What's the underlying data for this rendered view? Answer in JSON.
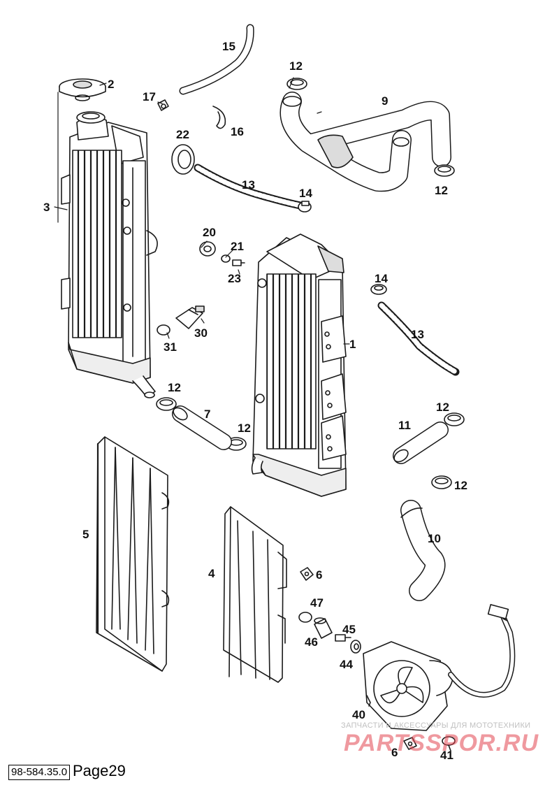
{
  "diagram": {
    "callouts": {
      "c1": "1",
      "c2": "2",
      "c3": "3",
      "c4": "4",
      "c5": "5",
      "c6a": "6",
      "c6b": "6",
      "c7": "7",
      "c9": "9",
      "c10": "10",
      "c11": "11",
      "c12a": "12",
      "c12b": "12",
      "c12c": "12",
      "c12d": "12",
      "c12e": "12",
      "c12f": "12",
      "c13a": "13",
      "c13b": "13",
      "c14a": "14",
      "c14b": "14",
      "c15": "15",
      "c16": "16",
      "c17": "17",
      "c20": "20",
      "c21": "21",
      "c22": "22",
      "c23": "23",
      "c30": "30",
      "c31": "31",
      "c40": "40",
      "c41": "41",
      "c44": "44",
      "c45": "45",
      "c46": "46",
      "c47": "47"
    }
  },
  "footer": {
    "code": "98-584.35.0",
    "page": "Page29"
  },
  "watermark": {
    "small": "ЗАПЧАСТИ И АКСЕССУАРЫ ДЛЯ МОТОТЕХНИКИ",
    "logo": "PARTSSPOR.RU"
  },
  "colors": {
    "line": "#1a1a1a",
    "fill": "#ffffff",
    "shade": "#dcdcdc",
    "watermark": "#e24650"
  }
}
